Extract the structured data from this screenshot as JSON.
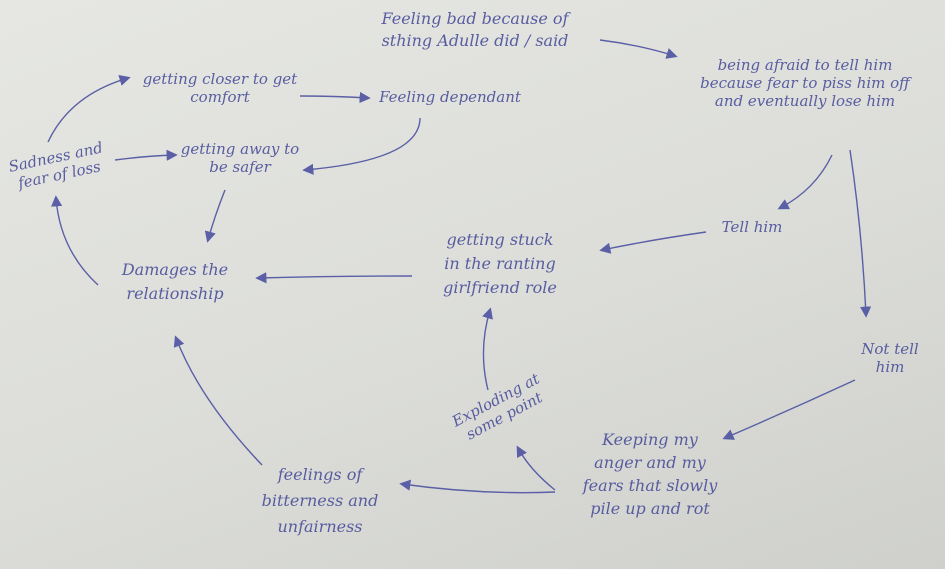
{
  "nodes": {
    "feeling_bad": "Feeling bad because of\nsthing Adulle did / said",
    "afraid": "being afraid to tell him\nbecause fear to piss him off\nand eventually lose him",
    "tell_him": "Tell him",
    "not_tell": "Not tell\nhim",
    "keeping": "Keeping my\nanger and my\nfears that slowly\npile up and rot",
    "exploding": "Exploding at\nsome point",
    "stuck": "getting stuck\nin the ranting\ngirlfriend role",
    "bitterness": "feelings of\nbitterness and\nunfairness",
    "damages": "Damages the\nrelationship",
    "sadness": "Sadness and\nfear of loss",
    "closer": "getting closer to get\ncomfort",
    "dependant": "Feeling dependant",
    "away": "getting away to\nbe safer"
  }
}
